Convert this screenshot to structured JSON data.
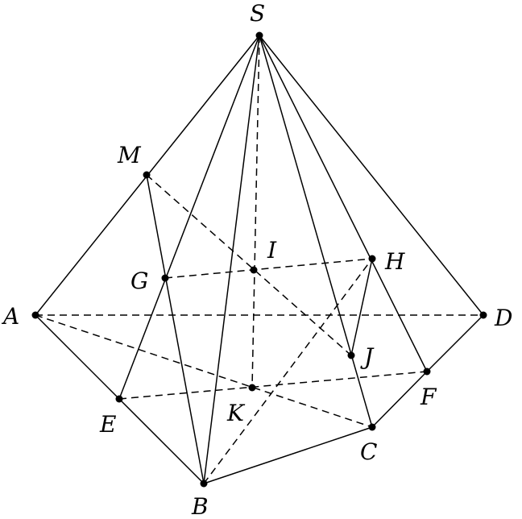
{
  "diagram": {
    "title": "Pyramid S.ABCD with auxiliary points",
    "points": {
      "S": "S",
      "A": "A",
      "B": "B",
      "C": "C",
      "D": "D",
      "E": "E",
      "F": "F",
      "G": "G",
      "H": "H",
      "I": "I",
      "J": "J",
      "K": "K",
      "M": "M"
    },
    "solid_segments": [
      "SA",
      "SE",
      "SB",
      "SC",
      "SF",
      "SD",
      "AB",
      "BC",
      "CF",
      "FD",
      "MB",
      "HJ"
    ],
    "dashed_segments": [
      "SK",
      "MJ",
      "GH",
      "AD",
      "AC",
      "EF",
      "BH"
    ]
  }
}
